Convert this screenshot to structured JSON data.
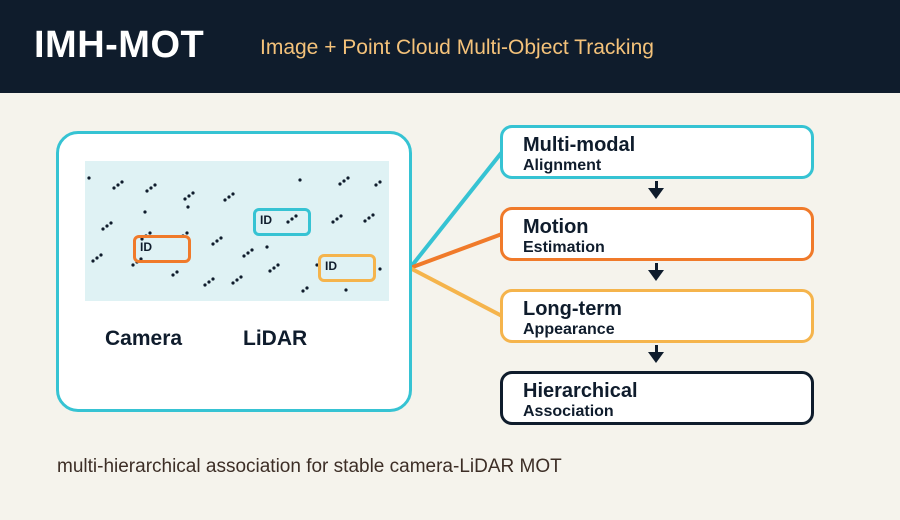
{
  "header": {
    "title": "IMH-MOT",
    "subtitle": "Image + Point Cloud Multi-Object Tracking"
  },
  "sensor_panel": {
    "id_boxes": [
      {
        "label": "ID",
        "color": "#f07a2a"
      },
      {
        "label": "ID",
        "color": "#36c3d3"
      },
      {
        "label": "ID",
        "color": "#f5b44c"
      }
    ],
    "labels": {
      "camera": "Camera",
      "lidar": "LiDAR"
    }
  },
  "pipeline": {
    "steps": [
      {
        "title": "Multi-modal",
        "subtitle": "Alignment",
        "color": "#36c3d3"
      },
      {
        "title": "Motion",
        "subtitle": "Estimation",
        "color": "#f07a2a"
      },
      {
        "title": "Long-term",
        "subtitle": "Appearance",
        "color": "#f5b44c"
      },
      {
        "title": "Hierarchical",
        "subtitle": "Association",
        "color": "#0f1c2c"
      }
    ]
  },
  "caption": "multi-hierarchical association for stable camera-LiDAR MOT",
  "colors": {
    "header_bg": "#0f1c2c",
    "subtitle": "#f4c27a",
    "panel_border": "#36c3d3",
    "point_cloud_bg": "#dff2f4",
    "page_bg": "#f5f3ec"
  }
}
